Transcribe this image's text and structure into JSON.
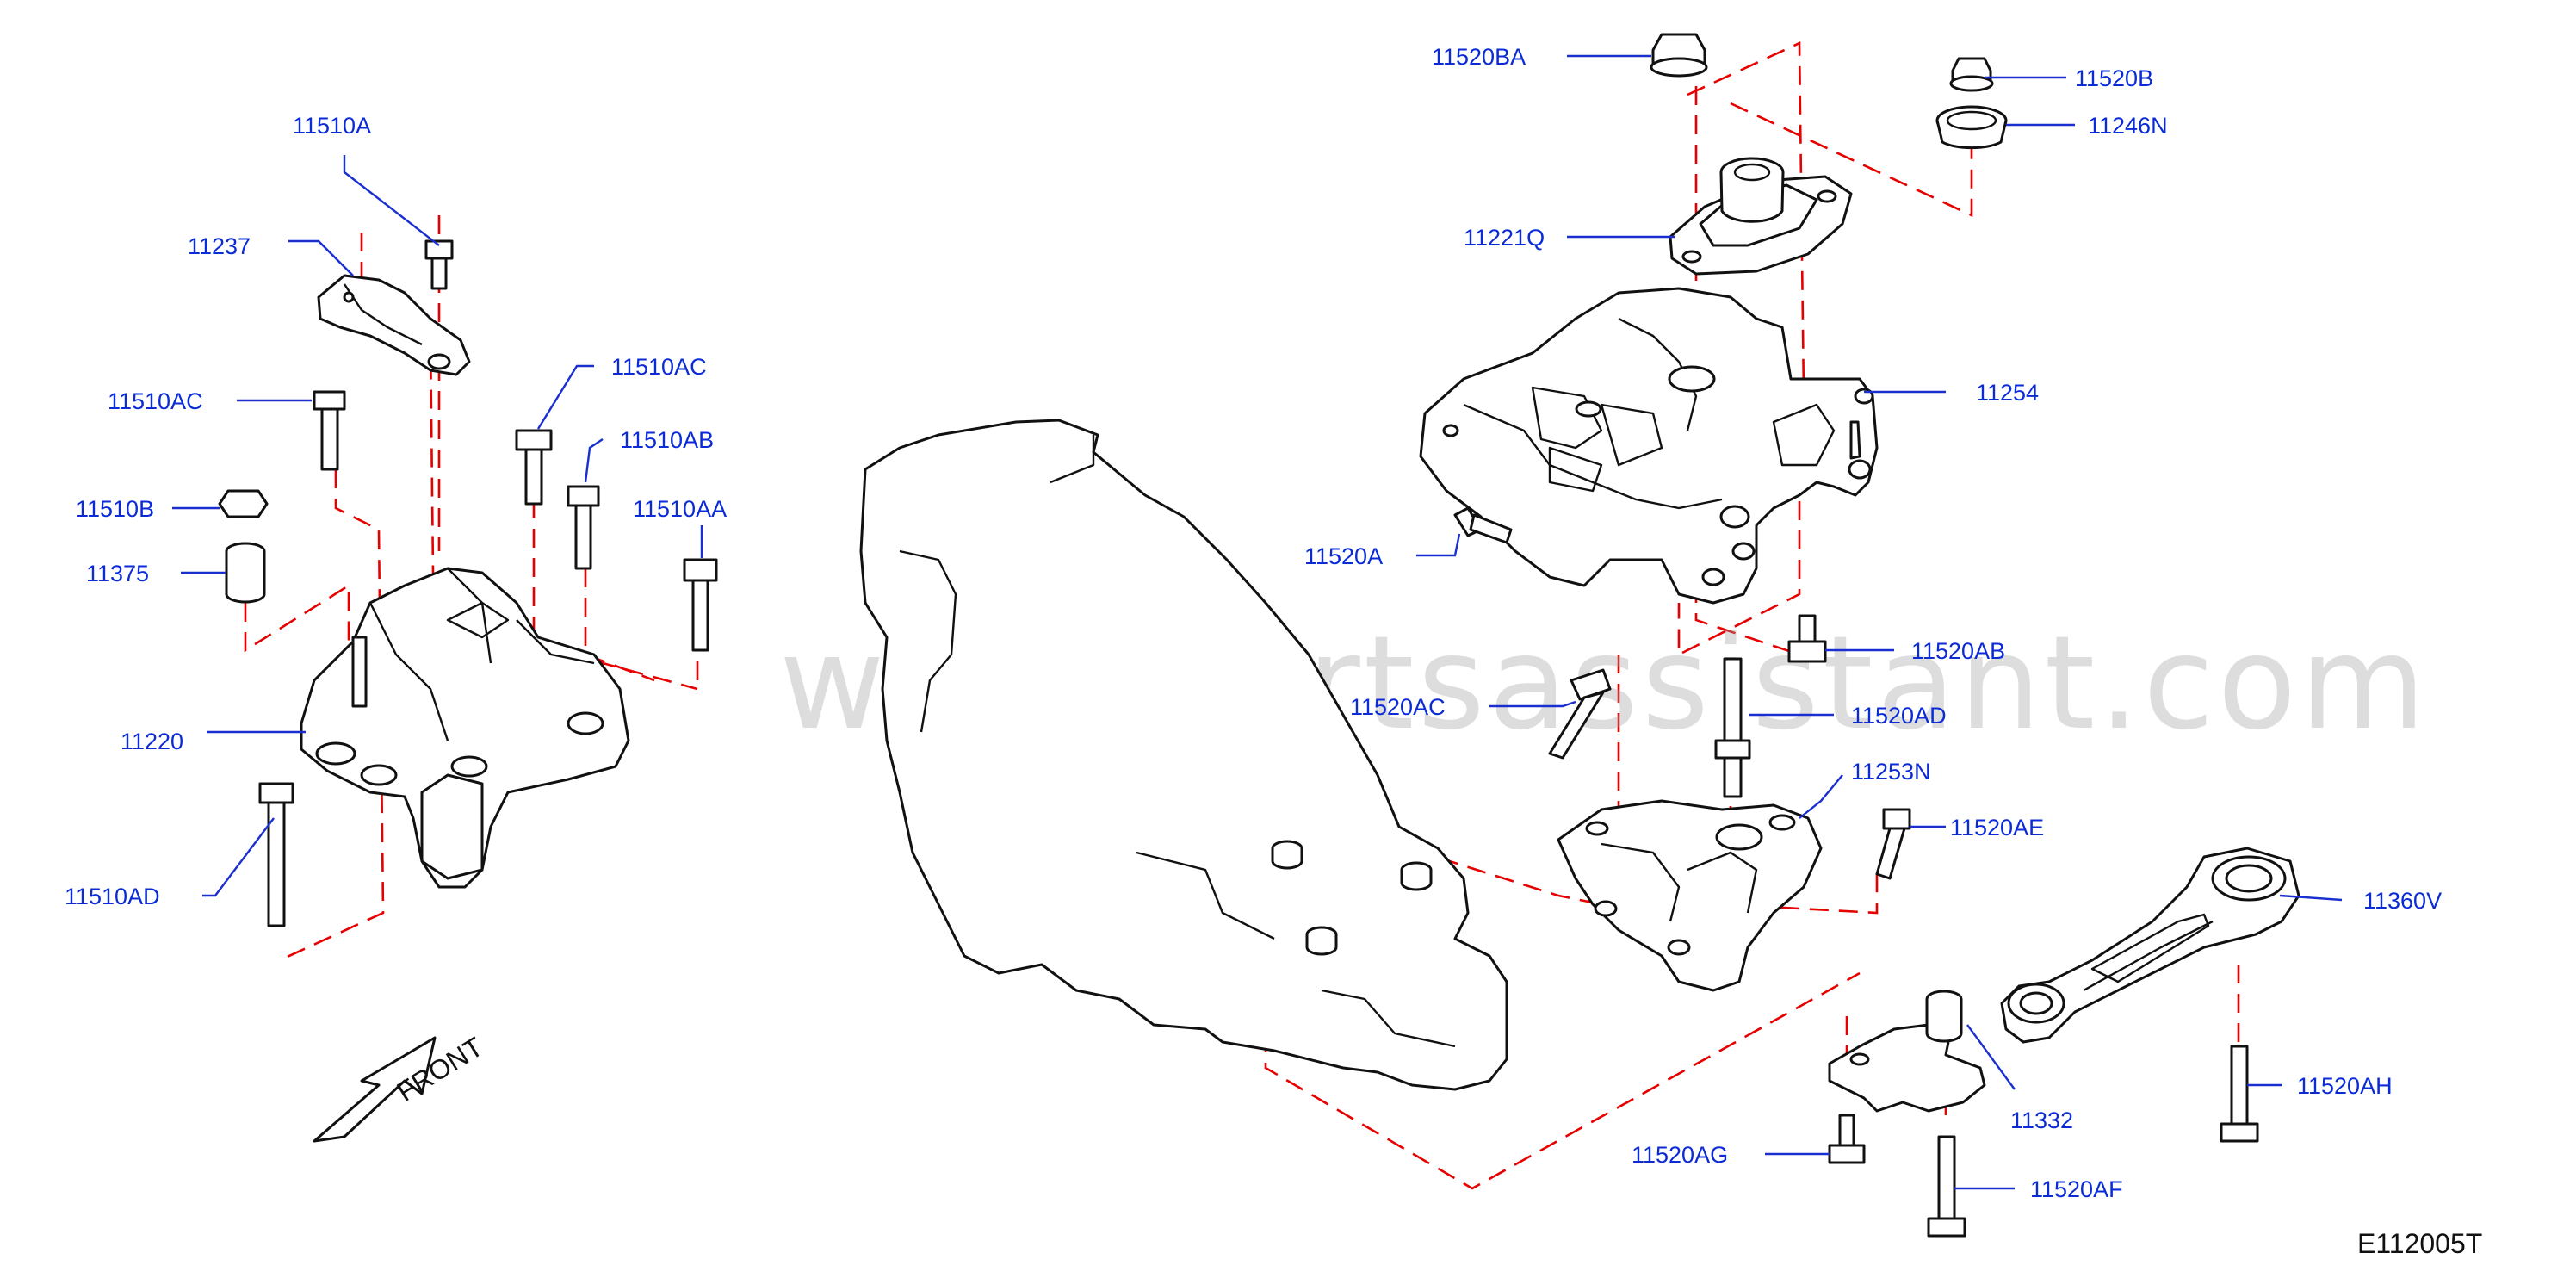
{
  "watermark": "www.partsassistant.com",
  "figure_code": "E112005T",
  "front_label": "FRONT",
  "callouts": [
    "11510A",
    "11237",
    "11510AC",
    "11510AC",
    "11510AB",
    "11510B",
    "11510AA",
    "11375",
    "11220",
    "11510AD",
    "11520BA",
    "11520B",
    "11246N",
    "11221Q",
    "11254",
    "11520A",
    "11520AB",
    "11520AC",
    "11520AD",
    "11253N",
    "11520AE",
    "11360V",
    "11520AH",
    "11332",
    "11520AG",
    "11520AF"
  ],
  "colors": {
    "callout_text": "#0a2bd6",
    "leader_line": "#1a2fd0",
    "dashed_guide": "#e60000",
    "part_outline": "#111111",
    "watermark": "#9a9a9a"
  },
  "icons": {
    "front_arrow": "front-arrow-icon"
  }
}
